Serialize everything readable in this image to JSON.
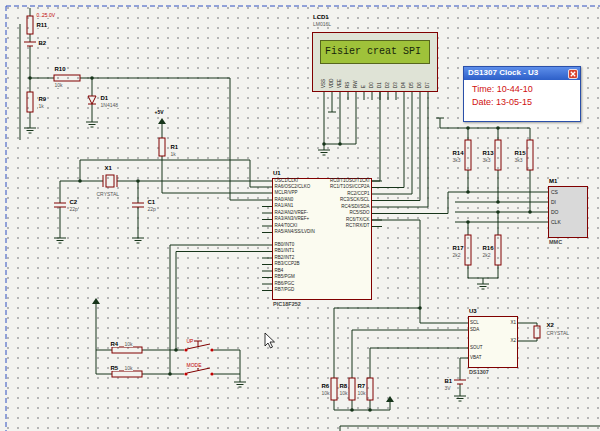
{
  "diagram": {
    "nodes": [
      {
        "text": [
          "LCD1",
          "LM016L",
          "Fisier creat SPI"
        ]
      },
      {
        "text": [
          "DS1307 Clock - U3",
          "Time: 10-44-10",
          "Date: 13-05-15"
        ]
      },
      {
        "text": [
          "U1",
          "PIC18F252"
        ]
      },
      {
        "text": [
          "M1",
          "MMC"
        ]
      },
      {
        "text": [
          "U3",
          "DS1307"
        ]
      }
    ],
    "edges": [
      {
        "from": 2,
        "to": 0,
        "arrow": "none"
      },
      {
        "from": 2,
        "to": 3,
        "arrow": "none"
      },
      {
        "from": 2,
        "to": 4,
        "arrow": "none"
      }
    ],
    "labels": [
      "R11",
      "B2",
      "0..25.0V",
      "R10",
      "10k",
      "D1",
      "1N4148",
      "R9",
      "1k",
      "+5V",
      "R1",
      "1k",
      "X1",
      "CRYSTAL",
      "C2",
      "22p",
      "C1",
      "22p",
      "OSC1/CLKI",
      "RA6/OSC2/CLKO",
      "MCLR/VPP",
      "RA0/AN0",
      "RA1/AN1",
      "RA2/AN2/VREF-",
      "RA3/AN3/VREF+",
      "RA4/T0CKI",
      "RA5/AN4/SS/LVDIN",
      "RB0/INT0",
      "RB1/INT1",
      "RB2/INT2",
      "RB3/CCP2B",
      "RB4",
      "RB5/PGM",
      "RB6/PGC",
      "RB7/PGD",
      "RC0/T1OSO/T1CKI",
      "RC1/T1OSI/CCP2A",
      "RC2/CCP1",
      "RC3/SCK/SCL",
      "RC4/SDI/SDA",
      "RC5/SDO",
      "RC6/TX/CK",
      "RC7/RX/DT",
      "VSS",
      "VDD",
      "VEE",
      "RS",
      "RW",
      "E",
      "D0",
      "D1",
      "D2",
      "D3",
      "D4",
      "D5",
      "D6",
      "D7",
      "R14",
      "3k3",
      "R13",
      "3k3",
      "R15",
      "3k3",
      "R17",
      "2k2",
      "R16",
      "2k2",
      "CS",
      "DI",
      "DO",
      "CLK",
      "R4",
      "10k",
      "R5",
      "10k",
      "UP",
      "MODE",
      "R6",
      "10k",
      "R8",
      "10k",
      "R7",
      "10k",
      "SCL",
      "SDA",
      "SOUT",
      "VBAT",
      "X1",
      "X2",
      "X2",
      "CRYSTAL",
      "B1",
      "3V"
    ]
  }
}
